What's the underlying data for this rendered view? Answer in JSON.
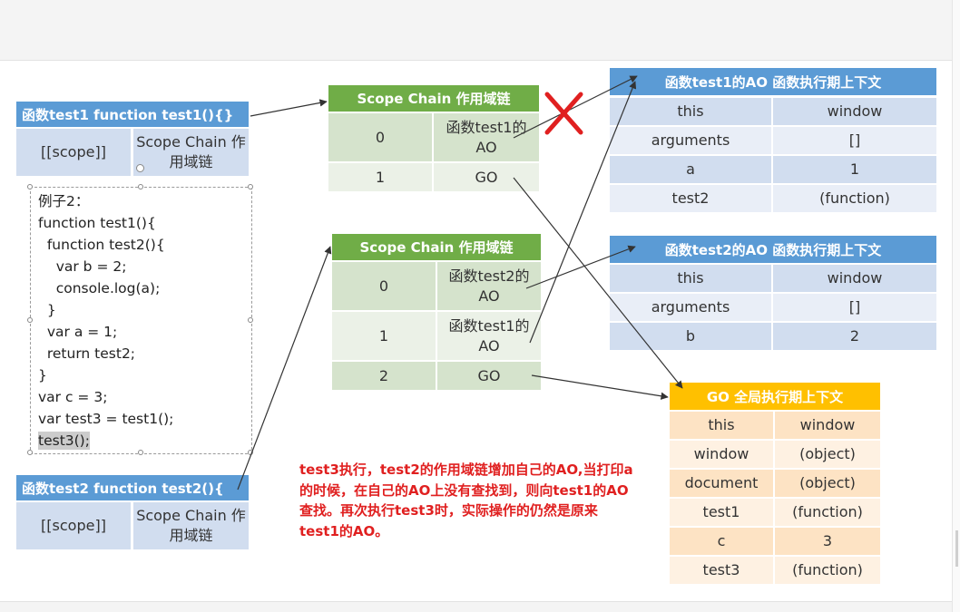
{
  "test1_box": {
    "header": "函数test1  function test1(){}",
    "scope_label": "[[scope]]",
    "scope_value": "Scope Chain 作用域链"
  },
  "test2_box": {
    "header": "函数test2  function test2(){",
    "scope_label": "[[scope]]",
    "scope_value": "Scope Chain 作用域链"
  },
  "code": {
    "lines": [
      "例子2：",
      "function test1(){",
      "  function test2(){",
      "    var b = 2;",
      "    console.log(a);",
      "  }",
      "  var a = 1;",
      "  return test2;",
      "}",
      "var c = 3;",
      "var test3 = test1();",
      "test3();"
    ]
  },
  "scope_chain_1": {
    "header": "Scope Chain 作用域链",
    "rows": [
      {
        "index": "0",
        "value": "函数test1的AO"
      },
      {
        "index": "1",
        "value": "GO"
      }
    ]
  },
  "scope_chain_2": {
    "header": "Scope Chain 作用域链",
    "rows": [
      {
        "index": "0",
        "value": "函数test2的AO"
      },
      {
        "index": "1",
        "value": "函数test1的AO"
      },
      {
        "index": "2",
        "value": "GO"
      }
    ]
  },
  "ao_test1": {
    "header": "函数test1的AO 函数执行期上下文",
    "rows": [
      {
        "key": "this",
        "value": "window"
      },
      {
        "key": "arguments",
        "value": "[]"
      },
      {
        "key": "a",
        "value": "1"
      },
      {
        "key": "test2",
        "value": "(function)"
      }
    ]
  },
  "ao_test2": {
    "header": "函数test2的AO 函数执行期上下文",
    "rows": [
      {
        "key": "this",
        "value": "window"
      },
      {
        "key": "arguments",
        "value": "[]"
      },
      {
        "key": "b",
        "value": "2"
      }
    ]
  },
  "go": {
    "header": "GO 全局执行期上下文",
    "rows": [
      {
        "key": "this",
        "value": "window"
      },
      {
        "key": "window",
        "value": "(object)"
      },
      {
        "key": "document",
        "value": "(object)"
      },
      {
        "key": "test1",
        "value": "(function)"
      },
      {
        "key": "c",
        "value": "3"
      },
      {
        "key": "test3",
        "value": "(function)"
      }
    ]
  },
  "note": {
    "text": "test3执行，test2的作用域链增加自己的AO,当打印a的时候，在自己的AO上没有查找到，则向test1的AO查找。再次执行test3时，实际操作的仍然是原来test1的AO。"
  },
  "colors": {
    "blue": "#5b9bd5",
    "green": "#70ad47",
    "orange": "#ffc000",
    "red": "#e02020"
  },
  "icons": {
    "cross": "red-x-mark-icon"
  }
}
